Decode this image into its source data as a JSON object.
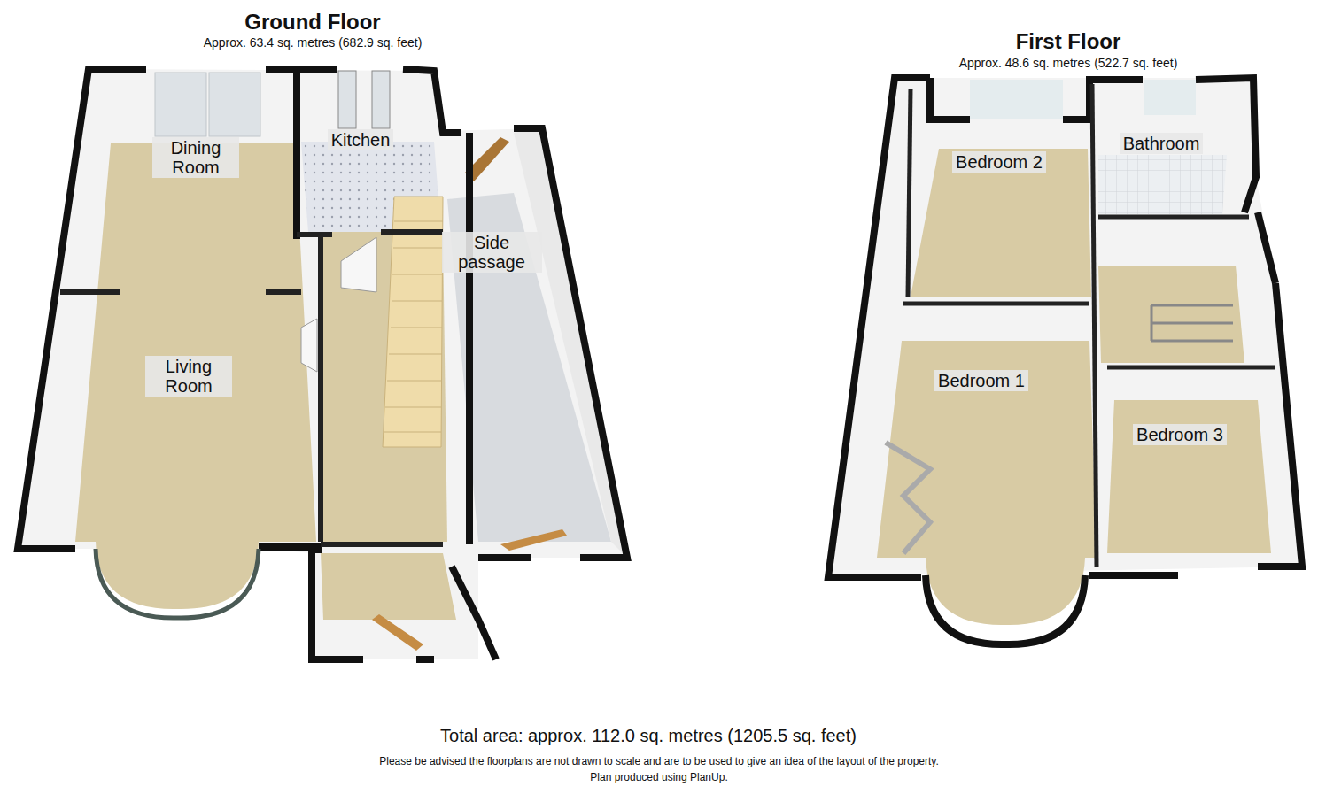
{
  "diagram": {
    "caption": "Total area: approx. 112.0 sq. metres (1205.5 sq. feet)",
    "nodes": [
      {
        "text": [
          "Ground Floor",
          "Approx. 63.4 sq. metres (682.9 sq. feet)"
        ]
      },
      {
        "text": [
          "Dining Room"
        ],
        "in": 0
      },
      {
        "text": [
          "Kitchen"
        ],
        "in": 0
      },
      {
        "text": [
          "Side passage"
        ],
        "in": 0
      },
      {
        "text": [
          "Living Room"
        ],
        "in": 0
      },
      {
        "text": [
          "First Floor",
          "Approx. 48.6 sq. metres (522.7 sq. feet)"
        ]
      },
      {
        "text": [
          "Bedroom 2"
        ],
        "in": 5
      },
      {
        "text": [
          "Bathroom"
        ],
        "in": 5
      },
      {
        "text": [
          "Bedroom 1"
        ],
        "in": 5
      },
      {
        "text": [
          "Bedroom 3"
        ],
        "in": 5
      }
    ],
    "labels": [
      "Please be advised the floorplans are not drawn to scale and are to be used to give an idea of the layout of the property.",
      "Plan produced using PlanUp."
    ]
  }
}
